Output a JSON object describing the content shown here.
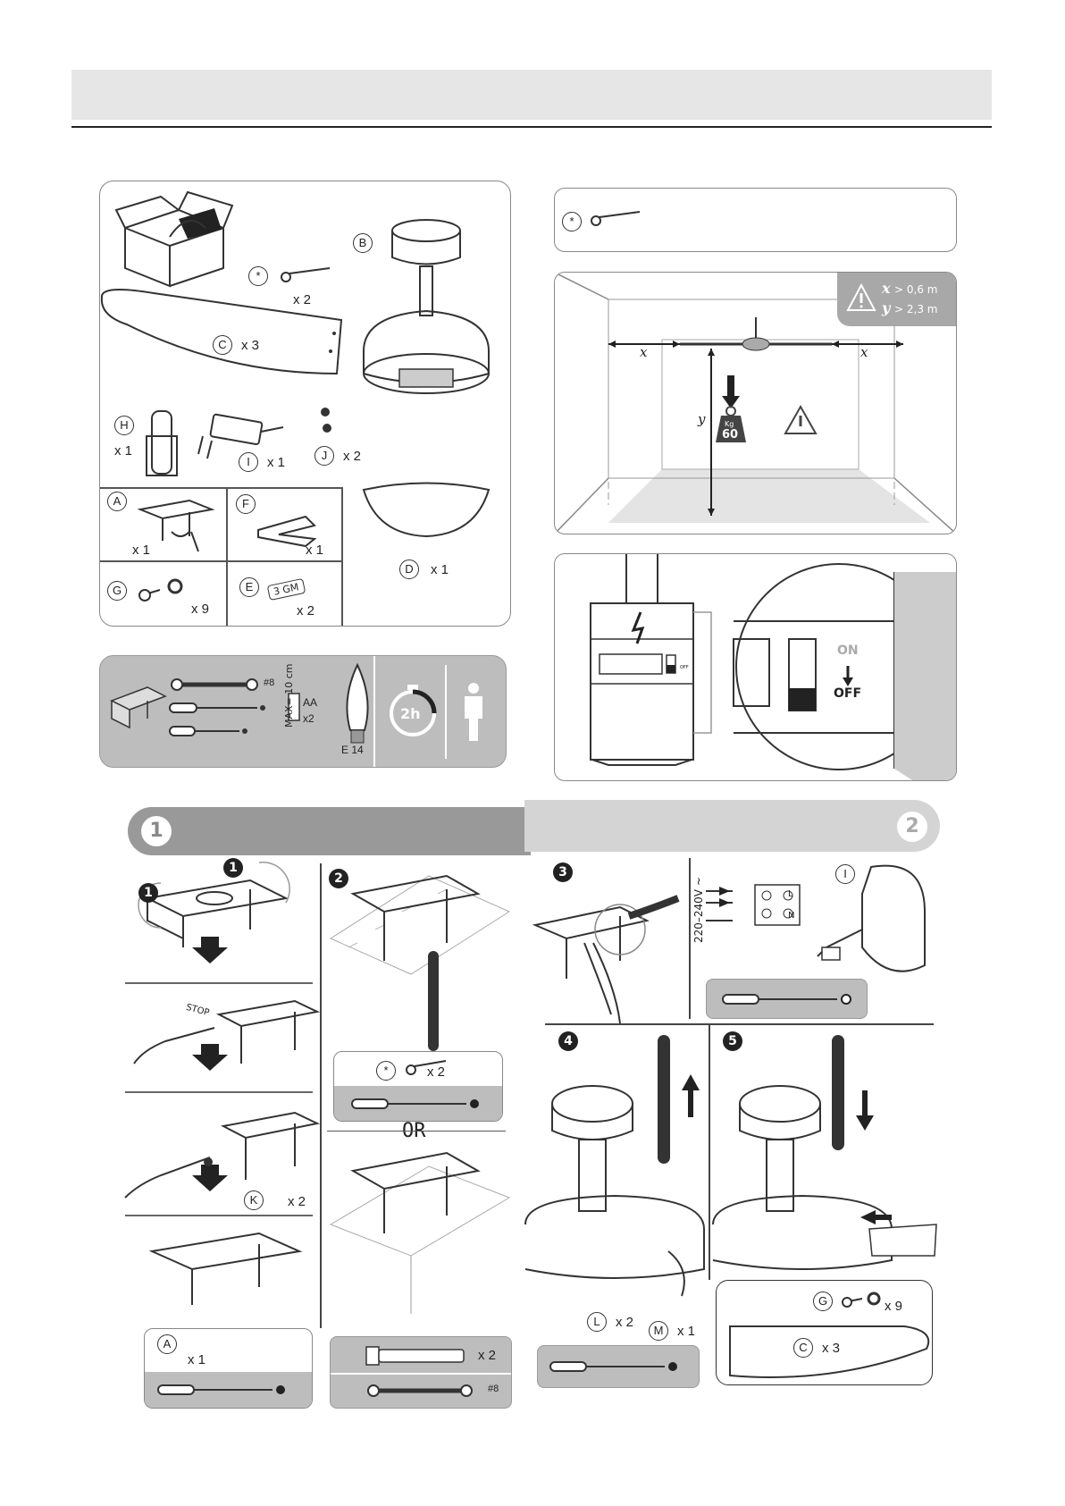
{
  "header_band": {
    "title": ""
  },
  "parts": {
    "screw": {
      "code": "*",
      "qty": "x 2"
    },
    "B": {
      "code": "B"
    },
    "C": {
      "code": "C",
      "qty": "x 3"
    },
    "H": {
      "code": "H",
      "qty": "x 1"
    },
    "I": {
      "code": "I",
      "qty": "x 1"
    },
    "J": {
      "code": "J",
      "qty": "x 2"
    },
    "A": {
      "code": "A",
      "qty": "x 1"
    },
    "F": {
      "code": "F",
      "qty": "x 1"
    },
    "G": {
      "code": "G",
      "qty": "x 9"
    },
    "E": {
      "code": "E",
      "qty": "x 2",
      "tag": "3 GM"
    },
    "D": {
      "code": "D",
      "qty": "x 1"
    }
  },
  "tools": {
    "wrench_size": "#8",
    "battery": "AA",
    "battery_qty": "x2",
    "bulb_max": "MAX= 10 cm",
    "bulb_socket": "E 14",
    "duration": "2h"
  },
  "screw_note": {
    "code": "*"
  },
  "clearance": {
    "x_label": "x",
    "y_label": "y",
    "x_rule": "> 0,6 m",
    "y_rule": "> 2,3 m",
    "weight_unit": "Kg",
    "weight_value": "60"
  },
  "power": {
    "on": "ON",
    "off": "OFF",
    "small_off": "OFF"
  },
  "sections": {
    "step1": "1",
    "step2": "2"
  },
  "step1": {
    "markers": [
      "1",
      "1",
      "1"
    ],
    "stop": "STOP",
    "K": {
      "code": "K",
      "qty": "x 2"
    },
    "A_box": {
      "code": "A",
      "qty": "x 1"
    }
  },
  "step2": {
    "num": "2",
    "screw": {
      "code": "*",
      "qty": "x 2"
    },
    "or": "OR",
    "anchor_qty": "x 2",
    "wrench": "#8"
  },
  "step3": {
    "num": "3",
    "voltage": "220–240V ~",
    "I_code": "I",
    "terms": [
      "L",
      "N"
    ]
  },
  "step4": {
    "num": "4",
    "L": {
      "code": "L",
      "qty": "x 2"
    },
    "M": {
      "code": "M",
      "qty": "x 1"
    }
  },
  "step5": {
    "num": "5",
    "G": {
      "code": "G",
      "qty": "x 9"
    },
    "C": {
      "code": "C",
      "qty": "x 3"
    }
  }
}
